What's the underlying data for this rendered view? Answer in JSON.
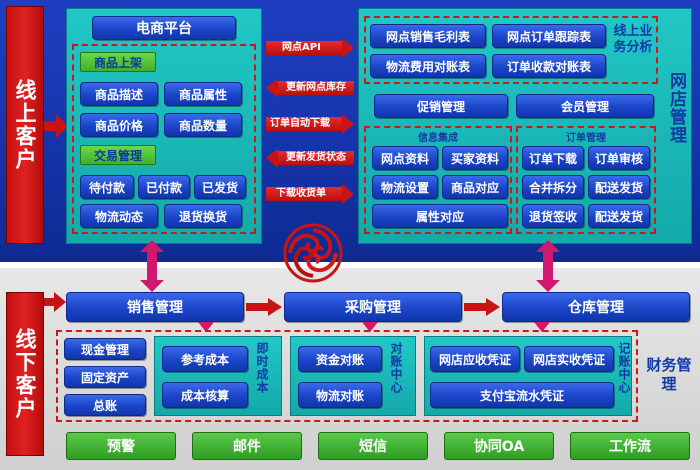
{
  "online_customer": "线上客户",
  "offline_customer": "线下客户",
  "ecommerce": {
    "title": "电商平台",
    "listing_header": "商品上架",
    "listing_items": [
      "商品描述",
      "商品属性",
      "商品价格",
      "商品数量"
    ],
    "trade_header": "交易管理",
    "trade_items": [
      "待付款",
      "已付款",
      "已发货",
      "物流动态",
      "退货换货"
    ]
  },
  "arrows": [
    "网点API",
    "更新网点库存",
    "订单自动下载",
    "更新发货状态",
    "下载收货单"
  ],
  "store": {
    "title": "网店管理",
    "analysis_label": "线上业务分析",
    "reports": [
      "网点销售毛利表",
      "网点订单跟踪表",
      "物流费用对账表",
      "订单收款对账表"
    ],
    "promo": "促销管理",
    "member": "会员管理",
    "info_title": "信息集成",
    "info_items": [
      "网点资料",
      "买家资料",
      "物流设置",
      "商品对应",
      "属性对应"
    ],
    "order_title": "订单管理",
    "order_items": [
      "订单下载",
      "订单审核",
      "合并拆分",
      "配送发货",
      "退货签收",
      "配送发货"
    ]
  },
  "offline": {
    "sales": "销售管理",
    "purchase": "采购管理",
    "warehouse": "仓库管理",
    "finance_label": "财务管理",
    "assets": [
      "现金管理",
      "固定资产",
      "总账"
    ],
    "cost_items": [
      "参考成本",
      "成本核算"
    ],
    "cost_label": "即时成本",
    "recon_items": [
      "资金对账",
      "物流对账"
    ],
    "recon_label": "对账中心",
    "voucher_items": [
      "网店应收凭证",
      "网店实收凭证",
      "支付宝流水凭证"
    ],
    "voucher_label": "记账中心",
    "bottom_buttons": [
      "预警",
      "邮件",
      "短信",
      "协同OA",
      "工作流"
    ]
  },
  "colors": {
    "top_band": "#1533a8",
    "accent_red": "#c81414",
    "teal": "#18b5b6",
    "green": "#3fb02a"
  }
}
